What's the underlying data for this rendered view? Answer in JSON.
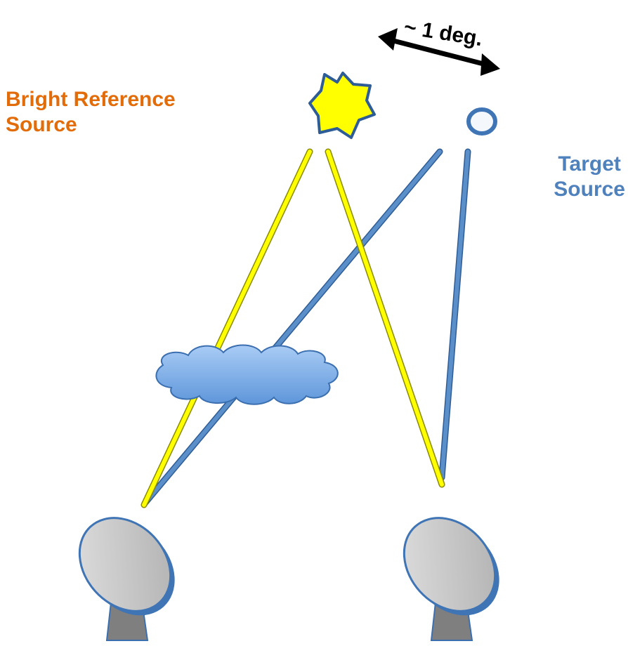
{
  "labels": {
    "reference_line1": "Bright Reference",
    "reference_line2": "Source",
    "target_line1": "Target",
    "target_line2": "Source",
    "separation": "~ 1 deg."
  },
  "colors": {
    "reference_text": "#E36C0A",
    "target_text": "#4F81BD",
    "reference_ray": "#FFFF00",
    "target_ray": "#5B8FC9",
    "cloud": "#7FB0E8",
    "dish": "#C8C8C8"
  },
  "icons": {
    "reference": "star-icon",
    "target": "circle-icon",
    "cloud": "cloud-icon",
    "antenna": "dish-antenna-icon"
  }
}
